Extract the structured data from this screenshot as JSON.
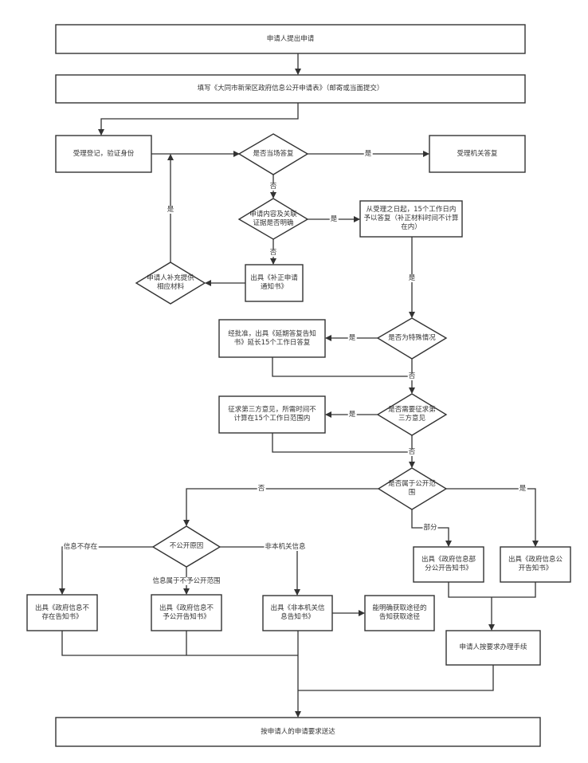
{
  "title": "大同市新荣区政府信息公开申请流程图",
  "nodes": {
    "start": "申请人提出申请",
    "fill_form": "填写《大同市新荣区政府信息公开申请表》（邮寄或当面提交）",
    "register": "受理登记，验证身份",
    "on_spot": "是否当场答复",
    "agency_reply": "受理机关答复",
    "content_clear": "申请内容及关联证据是否明确",
    "reply_15": "从受理之日起，15个工作日内予以答复（补正材料时间不计算在内）",
    "correction_notice": "出具《补正申请通知书》",
    "supplement": "申请人补充提供相应材料",
    "special_case": "是否为特殊情况",
    "extension": "经批准，出具《延期答复告知书》延长15个工作日答复",
    "third_party_q": "是否需要征求第三方意见",
    "third_party": "征求第三方意见，所需时间不计算在15个工作日范围内",
    "disclose_scope": "是否属于公开范围",
    "nondisclose_reason": "不公开原因",
    "partial_notice": "出具《政府信息部分公开告知书》",
    "public_notice": "出具《政府信息公开告知书》",
    "not_exist_notice": "出具《政府信息不存在告知书》",
    "not_disclose_notice": "出具《政府信息不予公开告知书》",
    "non_agency_notice": "出具《非本机关信息告知书》",
    "channel_notice": "能明确获取途径的告知获取途径",
    "procedures": "申请人按要求办理手续",
    "deliver": "按申请人的申请要求送达"
  },
  "edge_labels": {
    "yes": "是",
    "no": "否",
    "partial": "部分",
    "info_not_exist": "信息不存在",
    "not_disclosable": "信息属于不予公开范围",
    "non_agency_info": "非本机关信息"
  },
  "colors": {
    "stroke": "#333333",
    "text": "#333333",
    "background": "#ffffff"
  }
}
